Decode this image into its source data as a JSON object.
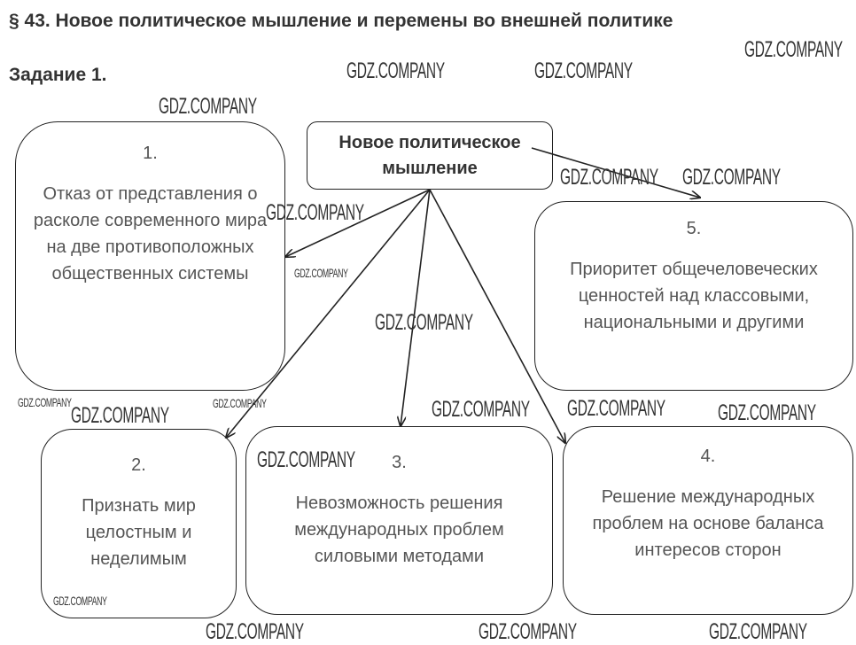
{
  "header": {
    "title": "§ 43. Новое политическое мышление и перемены во внешней политике",
    "task": "Задание 1."
  },
  "diagram": {
    "center": "Новое политическое мышление",
    "boxes": [
      {
        "num": "1.",
        "text": "Отказ от представления о расколе современного мира на две противоположных общественных системы"
      },
      {
        "num": "2.",
        "text": "Признать мир целостным и неделимым"
      },
      {
        "num": "3.",
        "text": "Невозможность решения международных проблем силовыми методами"
      },
      {
        "num": "4.",
        "text": "Решение международных проблем на основе баланса интересов сторон"
      },
      {
        "num": "5.",
        "text": "Приоритет общечеловеческих ценностей над классовыми, национальными и другими"
      }
    ]
  },
  "watermark": "GDZ.COMPANY"
}
